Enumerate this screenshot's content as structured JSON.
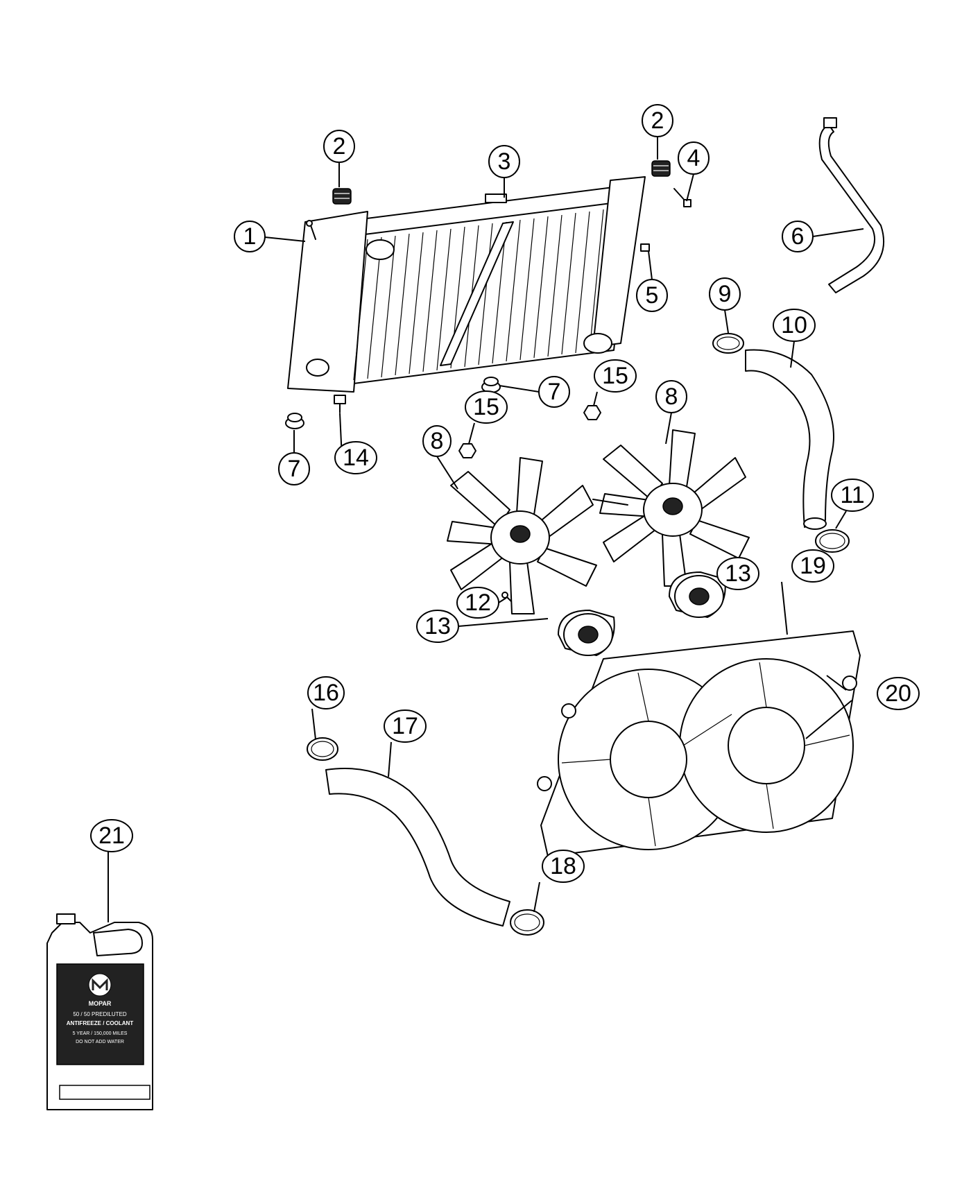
{
  "callouts": [
    {
      "id": "c1",
      "label": "1"
    },
    {
      "id": "c2a",
      "label": "2"
    },
    {
      "id": "c2b",
      "label": "2"
    },
    {
      "id": "c3",
      "label": "3"
    },
    {
      "id": "c4",
      "label": "4"
    },
    {
      "id": "c5",
      "label": "5"
    },
    {
      "id": "c6",
      "label": "6"
    },
    {
      "id": "c7a",
      "label": "7"
    },
    {
      "id": "c7b",
      "label": "7"
    },
    {
      "id": "c8a",
      "label": "8"
    },
    {
      "id": "c8b",
      "label": "8"
    },
    {
      "id": "c9",
      "label": "9"
    },
    {
      "id": "c10",
      "label": "10"
    },
    {
      "id": "c11",
      "label": "11"
    },
    {
      "id": "c12",
      "label": "12"
    },
    {
      "id": "c13a",
      "label": "13"
    },
    {
      "id": "c13b",
      "label": "13"
    },
    {
      "id": "c14",
      "label": "14"
    },
    {
      "id": "c15a",
      "label": "15"
    },
    {
      "id": "c15b",
      "label": "15"
    },
    {
      "id": "c16",
      "label": "16"
    },
    {
      "id": "c17",
      "label": "17"
    },
    {
      "id": "c18",
      "label": "18"
    },
    {
      "id": "c19",
      "label": "19"
    },
    {
      "id": "c20",
      "label": "20"
    },
    {
      "id": "c21",
      "label": "21"
    }
  ],
  "coolant_jug": {
    "brand": "MOPAR",
    "line1": "50 / 50 PREDILUTED",
    "line2": "ANTIFREEZE / COOLANT",
    "line3": "5 YEAR / 150,000 MILES",
    "line4": "DO NOT ADD WATER"
  },
  "colors": {
    "line": "#000000",
    "background": "#ffffff",
    "label_panel": "#222222"
  }
}
